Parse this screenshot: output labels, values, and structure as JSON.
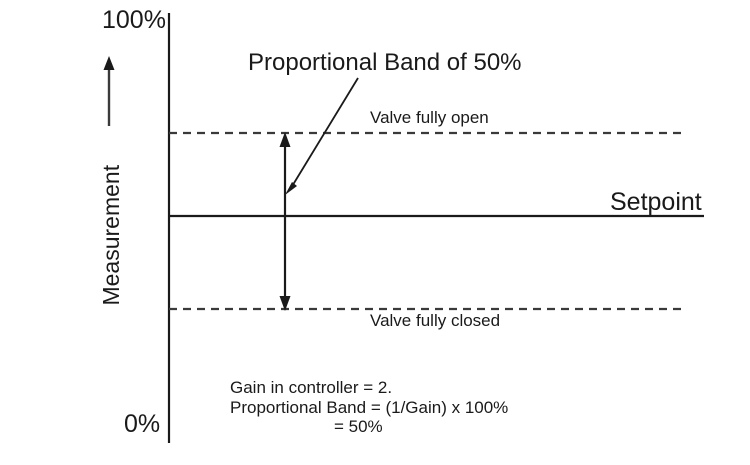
{
  "chart_data": {
    "type": "line",
    "title": "Proportional Band of 50%",
    "xlabel": "",
    "ylabel": "Measurement",
    "ylim": [
      0,
      100
    ],
    "y_axis_ticks": [
      "0%",
      "100%"
    ],
    "grid": false,
    "legend": null,
    "series": [
      {
        "name": "Valve fully open",
        "style": "dashed",
        "y_value": 75,
        "label": "Valve fully open"
      },
      {
        "name": "Setpoint",
        "style": "solid",
        "y_value": 53,
        "label": "Setpoint"
      },
      {
        "name": "Valve fully closed",
        "style": "dashed",
        "y_value": 31,
        "label": "Valve fully closed"
      }
    ],
    "annotations": [
      {
        "name": "proportional-band-span",
        "type": "double-arrow",
        "from_y": 75,
        "to_y": 31,
        "span_percent": 50,
        "label": "Proportional Band of 50%"
      }
    ]
  },
  "axis": {
    "top_label": "100%",
    "bottom_label": "0%",
    "vertical_title": "Measurement"
  },
  "callout": {
    "title": "Proportional Band of 50%"
  },
  "lines": {
    "valve_open_label": "Valve fully open",
    "valve_closed_label": "Valve fully closed",
    "setpoint_label": "Setpoint"
  },
  "formula": {
    "line1": "Gain in controller = 2.",
    "line2": "Proportional Band = (1/Gain) x 100%",
    "line3": "= 50%"
  },
  "colors": {
    "ink": "#1a1a1a",
    "dash": "#3a3a3a",
    "background": "#ffffff"
  }
}
